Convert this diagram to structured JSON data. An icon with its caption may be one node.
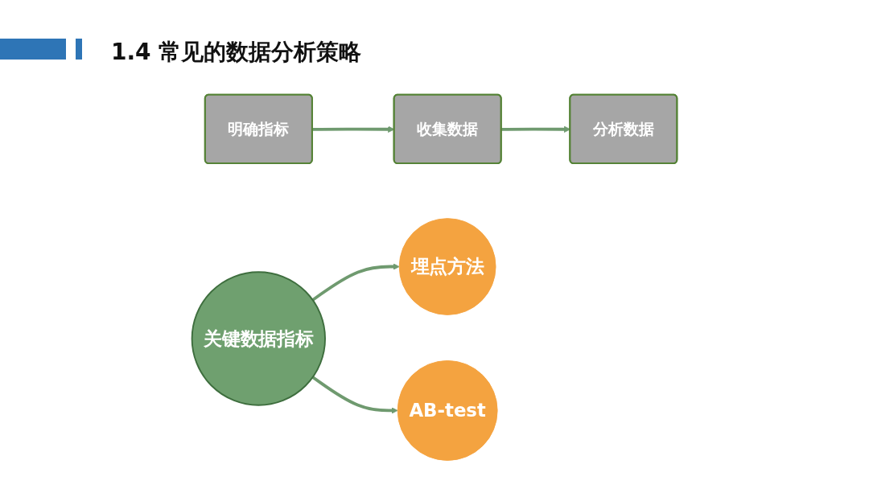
{
  "diagram": {
    "title": "1.4 常见的数据分析策略",
    "nodes": [
      {
        "text": [
          "明确指标"
        ]
      },
      {
        "text": [
          "收集数据"
        ]
      },
      {
        "text": [
          "分析数据"
        ]
      },
      {
        "text": [
          "埋点方法"
        ]
      },
      {
        "text": [
          "关键数据指标"
        ]
      },
      {
        "text": [
          "AB-test"
        ]
      }
    ],
    "edges": [
      {
        "from": 0,
        "to": 1,
        "arrow": "to"
      },
      {
        "from": 1,
        "to": 2,
        "arrow": "to"
      },
      {
        "from": 4,
        "to": 3,
        "arrow": "to"
      },
      {
        "from": 4,
        "to": 5,
        "arrow": "to"
      }
    ]
  }
}
